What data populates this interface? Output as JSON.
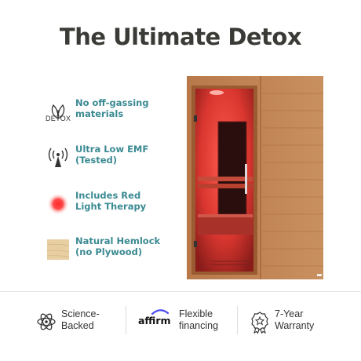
{
  "title": "The Ultimate Detox",
  "features": [
    {
      "icon": "leaf-icon",
      "caption": "DETOX",
      "line1": "No off-gassing",
      "line2": "materials"
    },
    {
      "icon": "emf-signal-icon",
      "line1": "Ultra Low EMF",
      "line2": "(Tested)"
    },
    {
      "icon": "red-light-icon",
      "line1": "Includes Red",
      "line2": "Light Therapy"
    },
    {
      "icon": "wood-swatch-icon",
      "line1": "Natural Hemlock",
      "line2": "(no Plywood)"
    }
  ],
  "benefits": [
    {
      "icon": "atom-icon",
      "line1": "Science-",
      "line2": "Backed"
    },
    {
      "logo": "affirm",
      "line1": "Flexible",
      "line2": "financing"
    },
    {
      "icon": "award-ribbon-icon",
      "line1": "7-Year",
      "line2": "Warranty"
    }
  ],
  "colors": {
    "accent_text": "#3b8a93",
    "title": "#3a3a36",
    "wood": "#c48a5a",
    "red_glow": "#e23a3a"
  }
}
